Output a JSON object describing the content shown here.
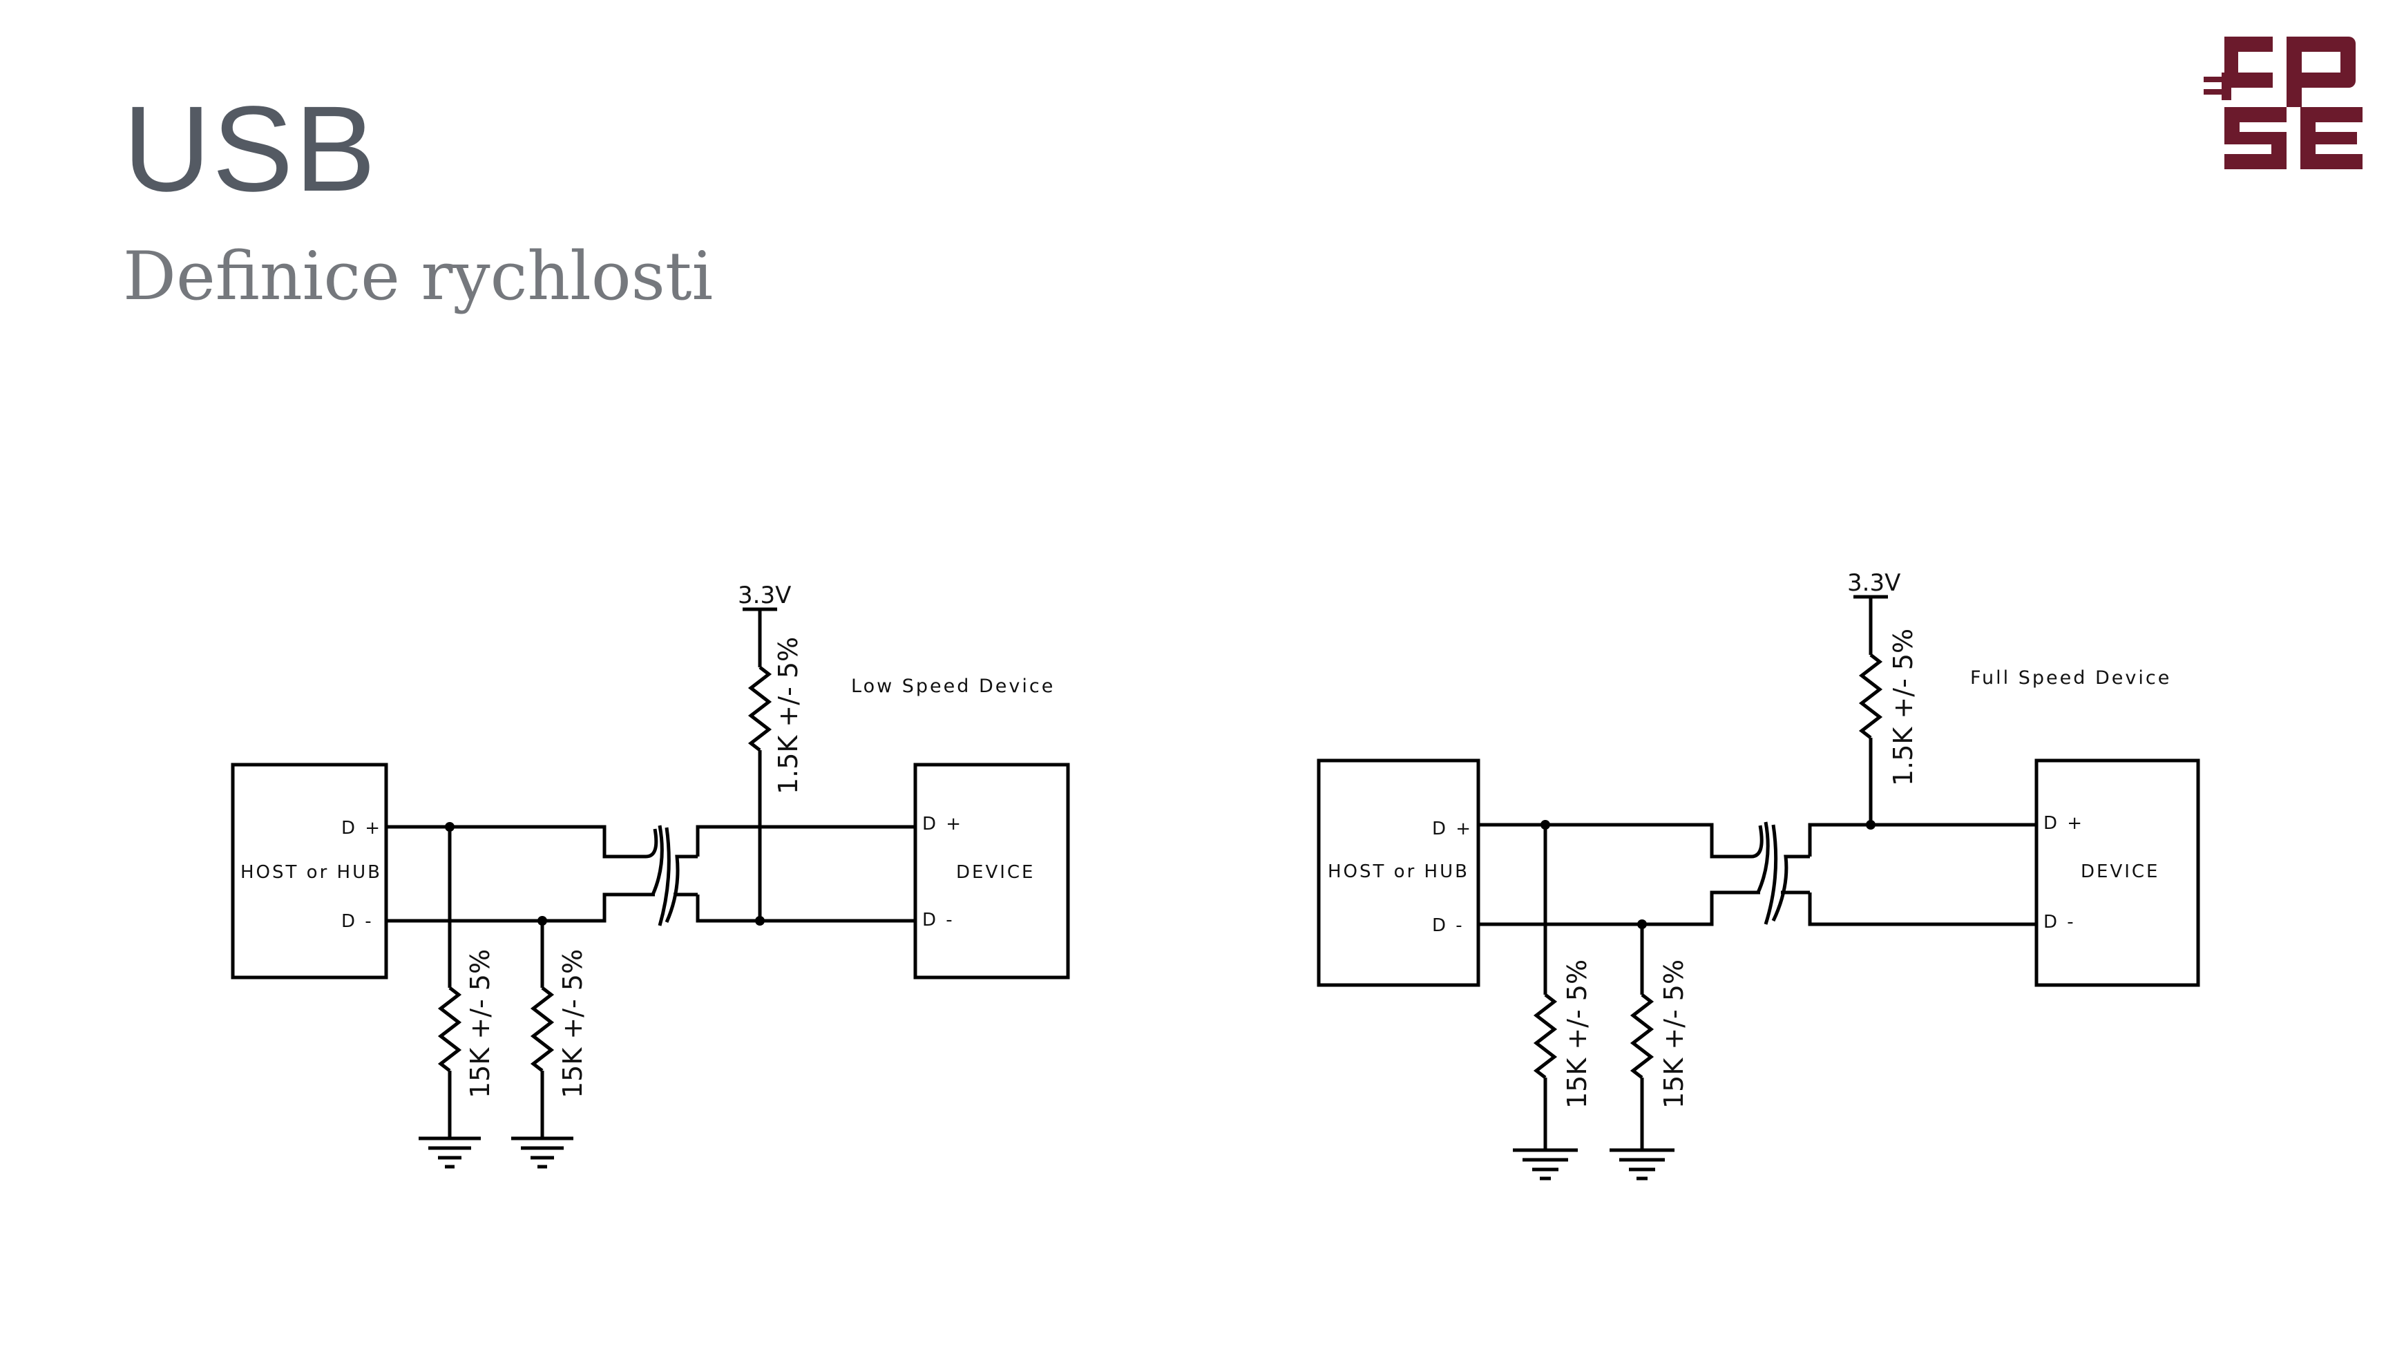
{
  "slide": {
    "title": "USB",
    "subtitle": "Definice rychlosti"
  },
  "logo": {
    "icon": "cpse-logo-icon",
    "color": "#6b1a2c"
  },
  "diagrams": [
    {
      "caption": "Low Speed Device",
      "host_label": "HOST or HUB",
      "device_label": "DEVICE",
      "host_dplus": "D +",
      "host_dminus": "D -",
      "dev_dplus": "D +",
      "dev_dminus": "D -",
      "supply": "3.3V",
      "pullup": "1.5K +/- 5%",
      "pulldown_1": "15K +/- 5%",
      "pulldown_2": "15K +/- 5%"
    },
    {
      "caption": "Full Speed Device",
      "host_label": "HOST or HUB",
      "device_label": "DEVICE",
      "host_dplus": "D +",
      "host_dminus": "D -",
      "dev_dplus": "D +",
      "dev_dminus": "D -",
      "supply": "3.3V",
      "pullup": "1.5K +/- 5%",
      "pulldown_1": "15K +/- 5%",
      "pulldown_2": "15K +/- 5%"
    }
  ]
}
